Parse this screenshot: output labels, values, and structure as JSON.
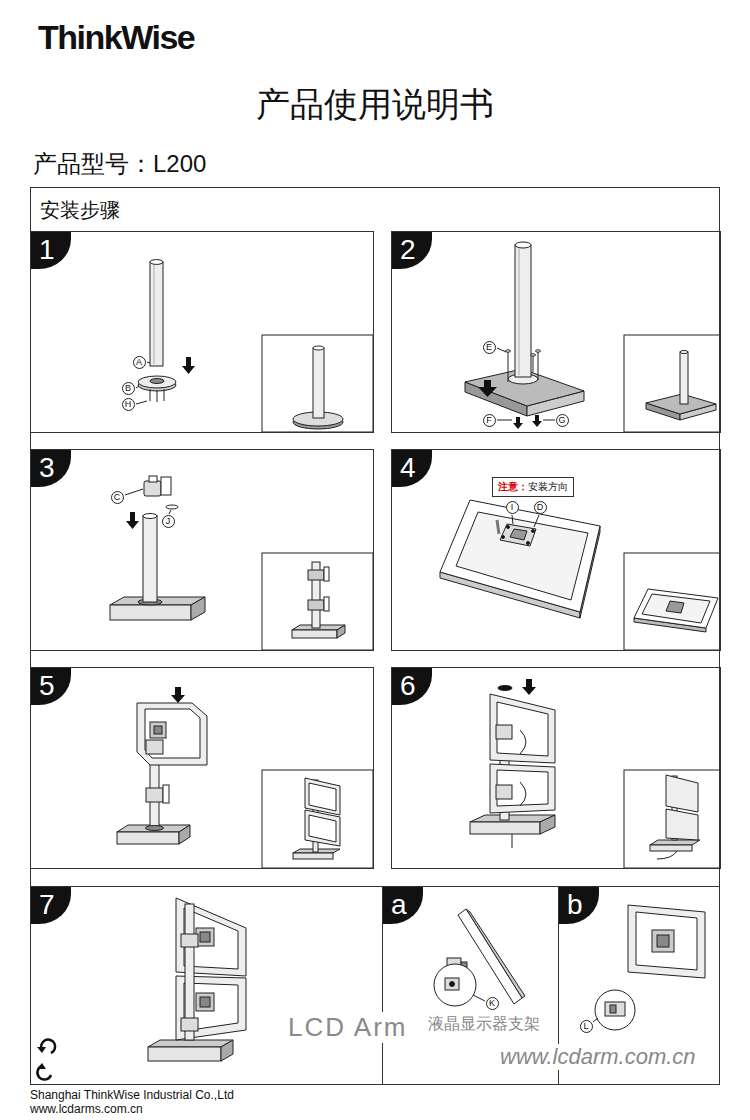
{
  "diagram": {
    "title": "产品使用说明书",
    "nodes": [
      {
        "text": [
          "安装步骤"
        ]
      },
      {
        "text": [
          "1"
        ],
        "in": 0
      },
      {
        "text": [
          "2"
        ],
        "in": 0
      },
      {
        "text": [
          "3"
        ],
        "in": 0
      },
      {
        "text": [
          "4"
        ],
        "in": 0
      },
      {
        "text": [
          "注意：",
          "安装方向"
        ],
        "in": 4
      },
      {
        "text": [
          "5"
        ],
        "in": 0
      },
      {
        "text": [
          "6"
        ],
        "in": 0
      },
      {
        "text": [
          "7"
        ],
        "in": 0
      },
      {
        "text": [
          "a"
        ],
        "in": 0
      },
      {
        "text": [
          "b"
        ],
        "in": 0
      }
    ],
    "labels": [
      "ThinkWise",
      "产品型号：L200",
      "A",
      "B",
      "H",
      "E",
      "F",
      "G",
      "C",
      "J",
      "I",
      "D",
      "K",
      "L",
      "LCD Arm",
      "液晶显示器支架",
      "www.lcdarm.com.cn",
      "Shanghai ThinkWise Industrial Co.,Ltd",
      "www.lcdarms.com.cn"
    ]
  }
}
